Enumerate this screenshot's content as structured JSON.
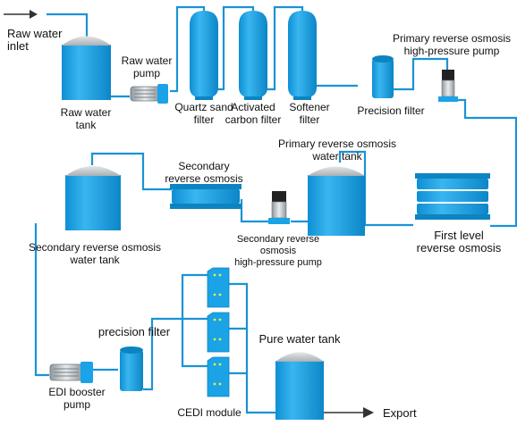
{
  "labels": {
    "raw_water_inlet": [
      "Raw water",
      "inlet"
    ],
    "raw_water_tank": [
      "Raw water",
      "tank"
    ],
    "raw_water_pump": [
      "Raw water",
      "pump"
    ],
    "quartz_sand_filter": [
      "Quartz sand",
      "filter"
    ],
    "activated_carbon_filter": [
      "Activated",
      "carbon filter"
    ],
    "softener_filter": [
      "Softener",
      "filter"
    ],
    "precision_filter_1": [
      "Precision filter"
    ],
    "primary_ro_pump": [
      "Primary reverse osmosis",
      "high-pressure pump"
    ],
    "primary_ro_tank": [
      "Primary reverse osmosis",
      "water tank"
    ],
    "secondary_ro": [
      "Secondary",
      "reverse osmosis"
    ],
    "first_level_ro": [
      "First level",
      "reverse osmosis"
    ],
    "secondary_ro_tank": [
      "Secondary reverse osmosis",
      "water tank"
    ],
    "secondary_ro_pump": [
      "Secondary reverse",
      "osmosis",
      "high-pressure pump"
    ],
    "precision_filter_2": [
      "precision filter"
    ],
    "pure_water_tank": [
      "Pure water tank"
    ],
    "edi_booster_pump": [
      "EDI booster",
      "pump"
    ],
    "cedi_module": [
      "CEDI module"
    ],
    "export": [
      "Export"
    ]
  },
  "colors": {
    "equipment": "#1aa3e6",
    "equipment_dark": "#0d84c2",
    "dome": "#c9ced2",
    "pipe": "#1a93d6",
    "arrow": "#333333",
    "led": "#e6f04a"
  }
}
